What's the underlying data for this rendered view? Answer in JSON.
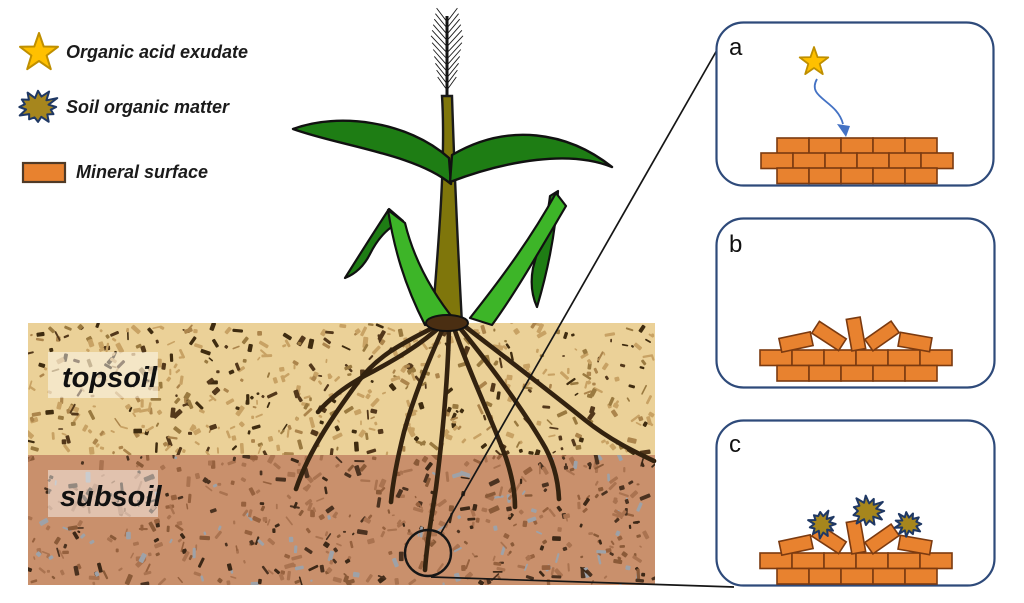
{
  "figure": {
    "type": "scientific-diagram",
    "background": "#ffffff"
  },
  "legend": {
    "items": [
      {
        "icon": "star-icon",
        "label": "Organic acid exudate"
      },
      {
        "icon": "burst-icon",
        "label": "Soil organic matter"
      },
      {
        "icon": "mineral-surface-icon",
        "label": "Mineral surface"
      }
    ]
  },
  "soil_layers": [
    {
      "label": "topsoil"
    },
    {
      "label": "subsoil"
    }
  ],
  "panels": [
    {
      "label": "a",
      "elements": [
        "star-icon",
        "curved-arrow-icon",
        "mineral-brick-wall"
      ]
    },
    {
      "label": "b",
      "elements": [
        "mineral-brick-wall-disturbed"
      ]
    },
    {
      "label": "c",
      "elements": [
        "mineral-brick-wall-disturbed",
        "burst-icon",
        "burst-icon",
        "burst-icon"
      ]
    }
  ],
  "colors": {
    "brick_fill": "#E8822F",
    "brick_stroke": "#7B3A10",
    "star_fill": "#FFC000",
    "star_stroke": "#BF8F00",
    "burst_fill": "#A6861D",
    "burst_stroke": "#1F3864",
    "panel_border": "#2E4A7A",
    "arrow_blue": "#4472C4",
    "topsoil_base": "#EBD198",
    "subsoil_base": "#C9906C",
    "leaf_dark": "#1E7D14",
    "leaf_bright": "#3DB528",
    "stem_olive": "#7F760B",
    "root_brown": "#33220F",
    "crown_brown": "#4A2E12",
    "line_black": "#161616"
  }
}
